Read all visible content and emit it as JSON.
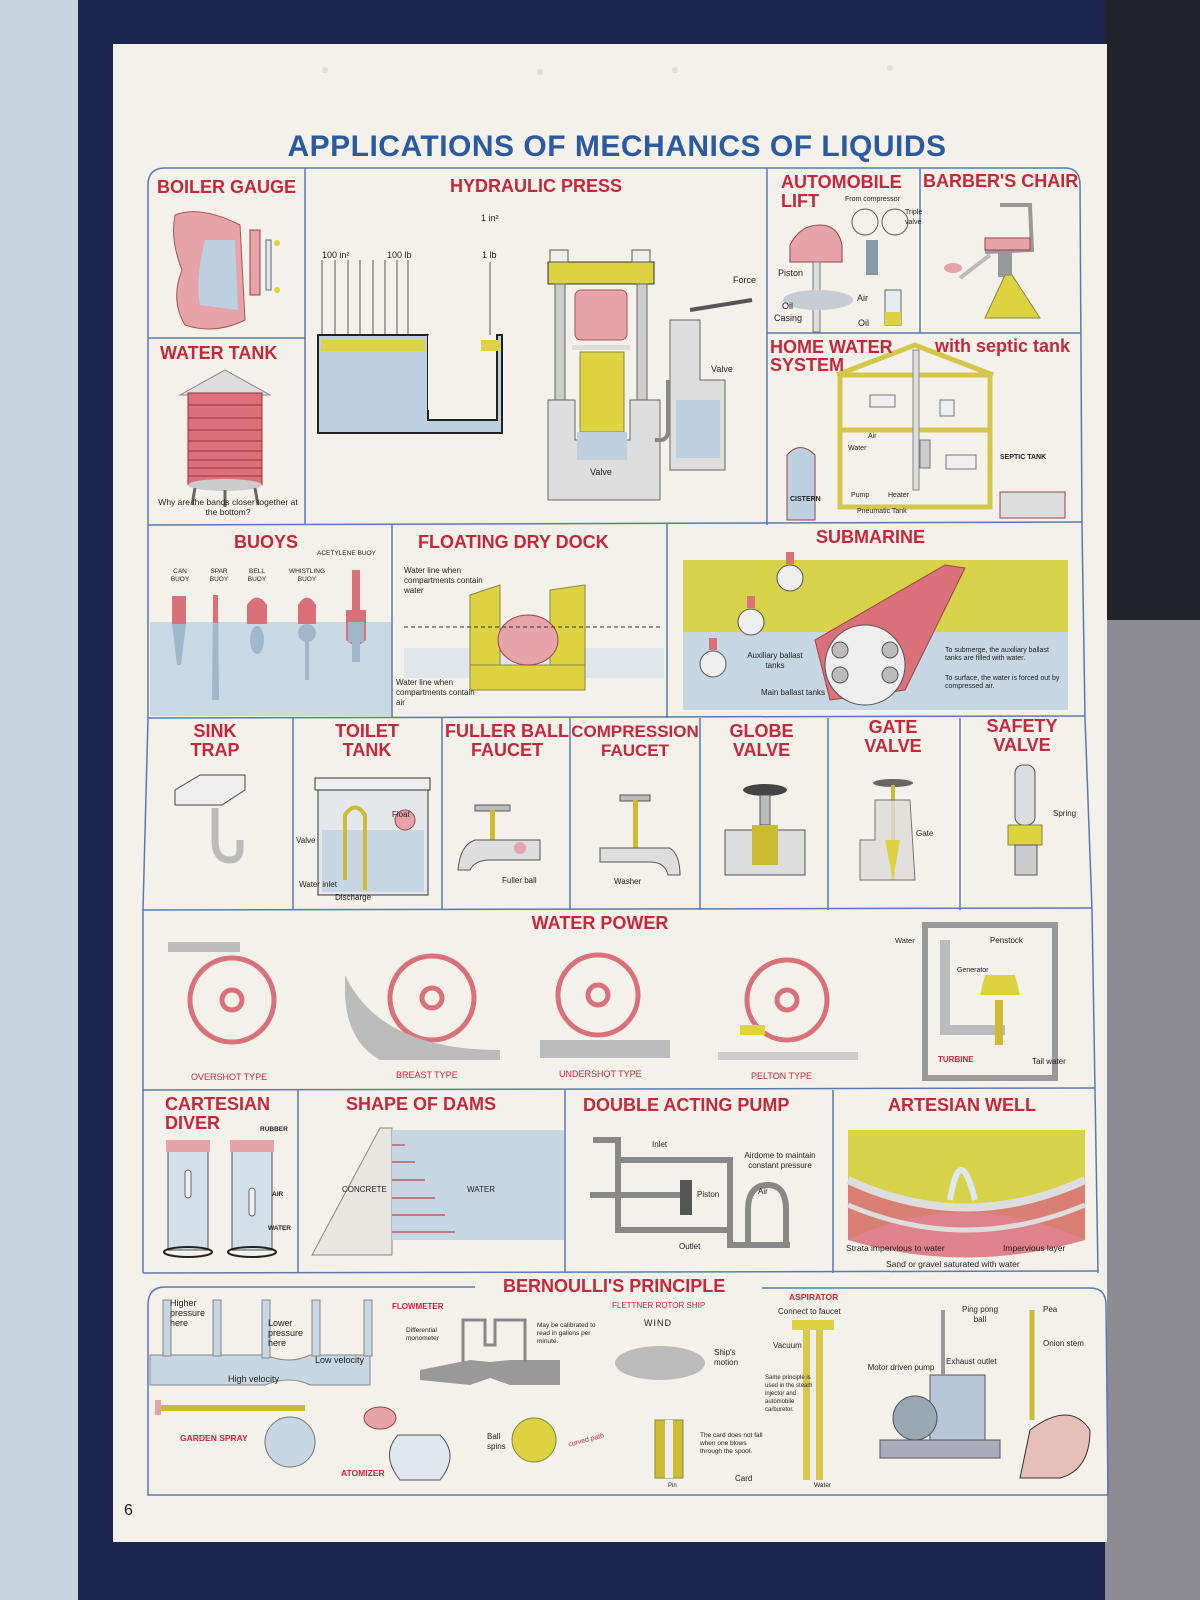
{
  "title": "APPLICATIONS OF MECHANICS OF LIQUIDS",
  "page_number": "6",
  "colors": {
    "title_blue": "#2b5a9e",
    "panel_title_red": "#c4283a",
    "paper": "#f3f1ea",
    "water": "#bcd0df",
    "pink": "#e6a3aa",
    "yellow": "#ddd23f",
    "frame": "#5b7bb0"
  },
  "panels": {
    "boiler_gauge": {
      "title": "BOILER GAUGE"
    },
    "hydraulic_press": {
      "title": "HYDRAULIC PRESS",
      "labels": [
        "1 in²",
        "100 in²",
        "100 lb",
        "1 lb",
        "Force",
        "Valve",
        "Valve"
      ]
    },
    "automobile_lift": {
      "title": "AUTOMOBILE LIFT",
      "labels": [
        "From compressor",
        "Triple valve",
        "Piston",
        "Oil",
        "Casing",
        "Air",
        "Oil"
      ]
    },
    "barbers_chair": {
      "title": "BARBER'S CHAIR"
    },
    "water_tank": {
      "title": "WATER TANK",
      "caption": "Why are the bands closer together at the bottom?"
    },
    "home_water_system": {
      "title": "HOME WATER SYSTEM",
      "subtitle": "with septic tank",
      "labels": [
        "Air",
        "Water",
        "CISTERN",
        "Pump",
        "Heater",
        "Pneumatic Tank",
        "SEPTIC TANK"
      ]
    },
    "buoys": {
      "title": "BUOYS",
      "labels": [
        "CAN BUOY",
        "SPAR BUOY",
        "BELL BUOY",
        "WHISTLING BUOY",
        "ACETYLENE BUOY"
      ]
    },
    "floating_dry_dock": {
      "title": "FLOATING DRY DOCK",
      "labels": [
        "Water line when compartments contain water",
        "Water line when compartments contain air"
      ]
    },
    "submarine": {
      "title": "SUBMARINE",
      "labels": [
        "Auxiliary ballast tanks",
        "Main ballast tanks",
        "To submerge, the auxiliary ballast tanks are filled with water.",
        "To surface, the water is forced out by compressed air."
      ]
    },
    "sink_trap": {
      "title": "SINK TRAP"
    },
    "toilet_tank": {
      "title": "TOILET TANK",
      "labels": [
        "Float",
        "Valve",
        "Water inlet",
        "Discharge"
      ]
    },
    "fuller_ball_faucet": {
      "title": "FULLER BALL FAUCET",
      "labels": [
        "Fuller ball"
      ]
    },
    "compression_faucet": {
      "title": "COMPRESSION FAUCET",
      "labels": [
        "Washer"
      ]
    },
    "globe_valve": {
      "title": "GLOBE VALVE"
    },
    "gate_valve": {
      "title": "GATE VALVE",
      "labels": [
        "Gate"
      ]
    },
    "safety_valve": {
      "title": "SAFETY VALVE",
      "labels": [
        "Spring"
      ]
    },
    "water_power": {
      "title": "WATER POWER",
      "types": [
        "OVERSHOT TYPE",
        "BREAST TYPE",
        "UNDERSHOT TYPE",
        "PELTON TYPE"
      ],
      "labels": [
        "Water",
        "Penstock",
        "Generator",
        "TURBINE",
        "Tail water"
      ]
    },
    "cartesian_diver": {
      "title": "CARTESIAN DIVER",
      "labels": [
        "RUBBER",
        "AIR",
        "WATER"
      ]
    },
    "shape_of_dams": {
      "title": "SHAPE OF DAMS",
      "labels": [
        "CONCRETE",
        "WATER"
      ]
    },
    "double_acting_pump": {
      "title": "DOUBLE ACTING PUMP",
      "labels": [
        "Inlet",
        "Airdome to maintain constant pressure",
        "Piston",
        "Air",
        "Outlet"
      ]
    },
    "artesian_well": {
      "title": "ARTESIAN WELL",
      "labels": [
        "Strata impervious to water",
        "Impervious layer",
        "Sand or gravel saturated with water"
      ]
    },
    "bernoullis_principle": {
      "title": "BERNOULLI'S PRINCIPLE",
      "labels": [
        "Higher pressure here",
        "Lower pressure here",
        "Low velocity",
        "High velocity",
        "Differential monometer",
        "May be calibrated to read in gallons per minute.",
        "WIND",
        "Ship's motion",
        "Ball spins",
        "curved path",
        "The card does not fall when one blows through the spool.",
        "Pin",
        "Card",
        "Connect to faucet",
        "Vacuum",
        "Same principle is used in the steam injector and automobile carburetor.",
        "Water",
        "Ping pong ball",
        "Exhaust outlet",
        "Motor driven pump",
        "Pea",
        "Onion stem"
      ],
      "subtitles": [
        "FLOWMETER",
        "FLETTNER ROTOR SHIP",
        "GARDEN SPRAY",
        "ATOMIZER",
        "ASPIRATOR"
      ]
    }
  }
}
